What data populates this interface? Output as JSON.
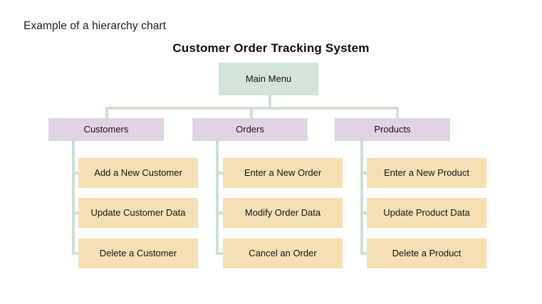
{
  "caption": "Example of a hierarchy chart",
  "chart_data": {
    "type": "diagram",
    "diagram_type": "hierarchy-chart",
    "title": "Customer Order Tracking System",
    "orientation": "top-down",
    "levels": 3,
    "colors": {
      "root_fill": "#d3e5d8",
      "branch_fill": "#e0d4e4",
      "leaf_fill": "#f5dfb4",
      "connector": "#cfe0d2",
      "text": "#151515",
      "background": "#ffffff"
    },
    "root": {
      "label": "Main Menu",
      "level": 1
    },
    "branches": [
      {
        "label": "Customers",
        "level": 2,
        "children": [
          {
            "label": "Add a New Customer",
            "level": 3
          },
          {
            "label": "Update Customer Data",
            "level": 3
          },
          {
            "label": "Delete a Customer",
            "level": 3
          }
        ]
      },
      {
        "label": "Orders",
        "level": 2,
        "children": [
          {
            "label": "Enter a New Order",
            "level": 3
          },
          {
            "label": "Modify Order Data",
            "level": 3
          },
          {
            "label": "Cancel an Order",
            "level": 3
          }
        ]
      },
      {
        "label": "Products",
        "level": 2,
        "children": [
          {
            "label": "Enter a New Product",
            "level": 3
          },
          {
            "label": "Update Product Data",
            "level": 3
          },
          {
            "label": "Delete a Product",
            "level": 3
          }
        ]
      }
    ]
  }
}
